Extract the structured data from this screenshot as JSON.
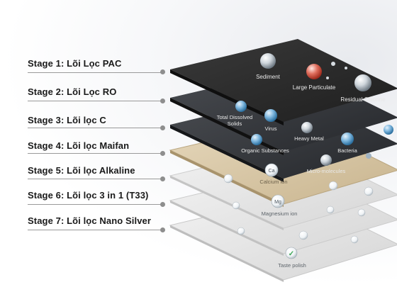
{
  "stages": [
    {
      "label": "Stage 1: Lõi Lọc PAC"
    },
    {
      "label": "Stage 2: Lõi Lọc RO"
    },
    {
      "label": "Stage 3: Lõi lọc C"
    },
    {
      "label": "Stage 4: Lõi lọc Maifan"
    },
    {
      "label": "Stage 5: Lõi lọc Alkaline"
    },
    {
      "label": "Stage 6: Lõi lọc 3 in 1 (T33)"
    },
    {
      "label": "Stage 7: Lõi lọc Nano Silver"
    }
  ],
  "particles": {
    "sediment": "Sediment",
    "large_particulate": "Large Particulate",
    "residual_chlorine": "Residual Chlorine",
    "tds_line1": "Total Dissolved",
    "tds_line2": "Solids",
    "virus": "Virus",
    "heavy_metal": "Heavy Metal",
    "bacteria": "Bacteria",
    "organic": "Organic Substances",
    "micro": "Micro-molecules",
    "calcium": "Calcium ion",
    "magnesium": "Magnesium ion",
    "taste": "Taste polish"
  },
  "symbols": {
    "ca": "Ca",
    "mg": "Mg",
    "check": "✓"
  },
  "colors": {
    "layer_dark": "#2b2b2b",
    "layer_carbon": "#3a3d42",
    "layer_sand": "#d9c9a9",
    "layer_light": "#e6e6e6",
    "bubble_red": "#c0392b",
    "bubble_blue": "#3d8fc9",
    "check_green": "#3aa655"
  }
}
